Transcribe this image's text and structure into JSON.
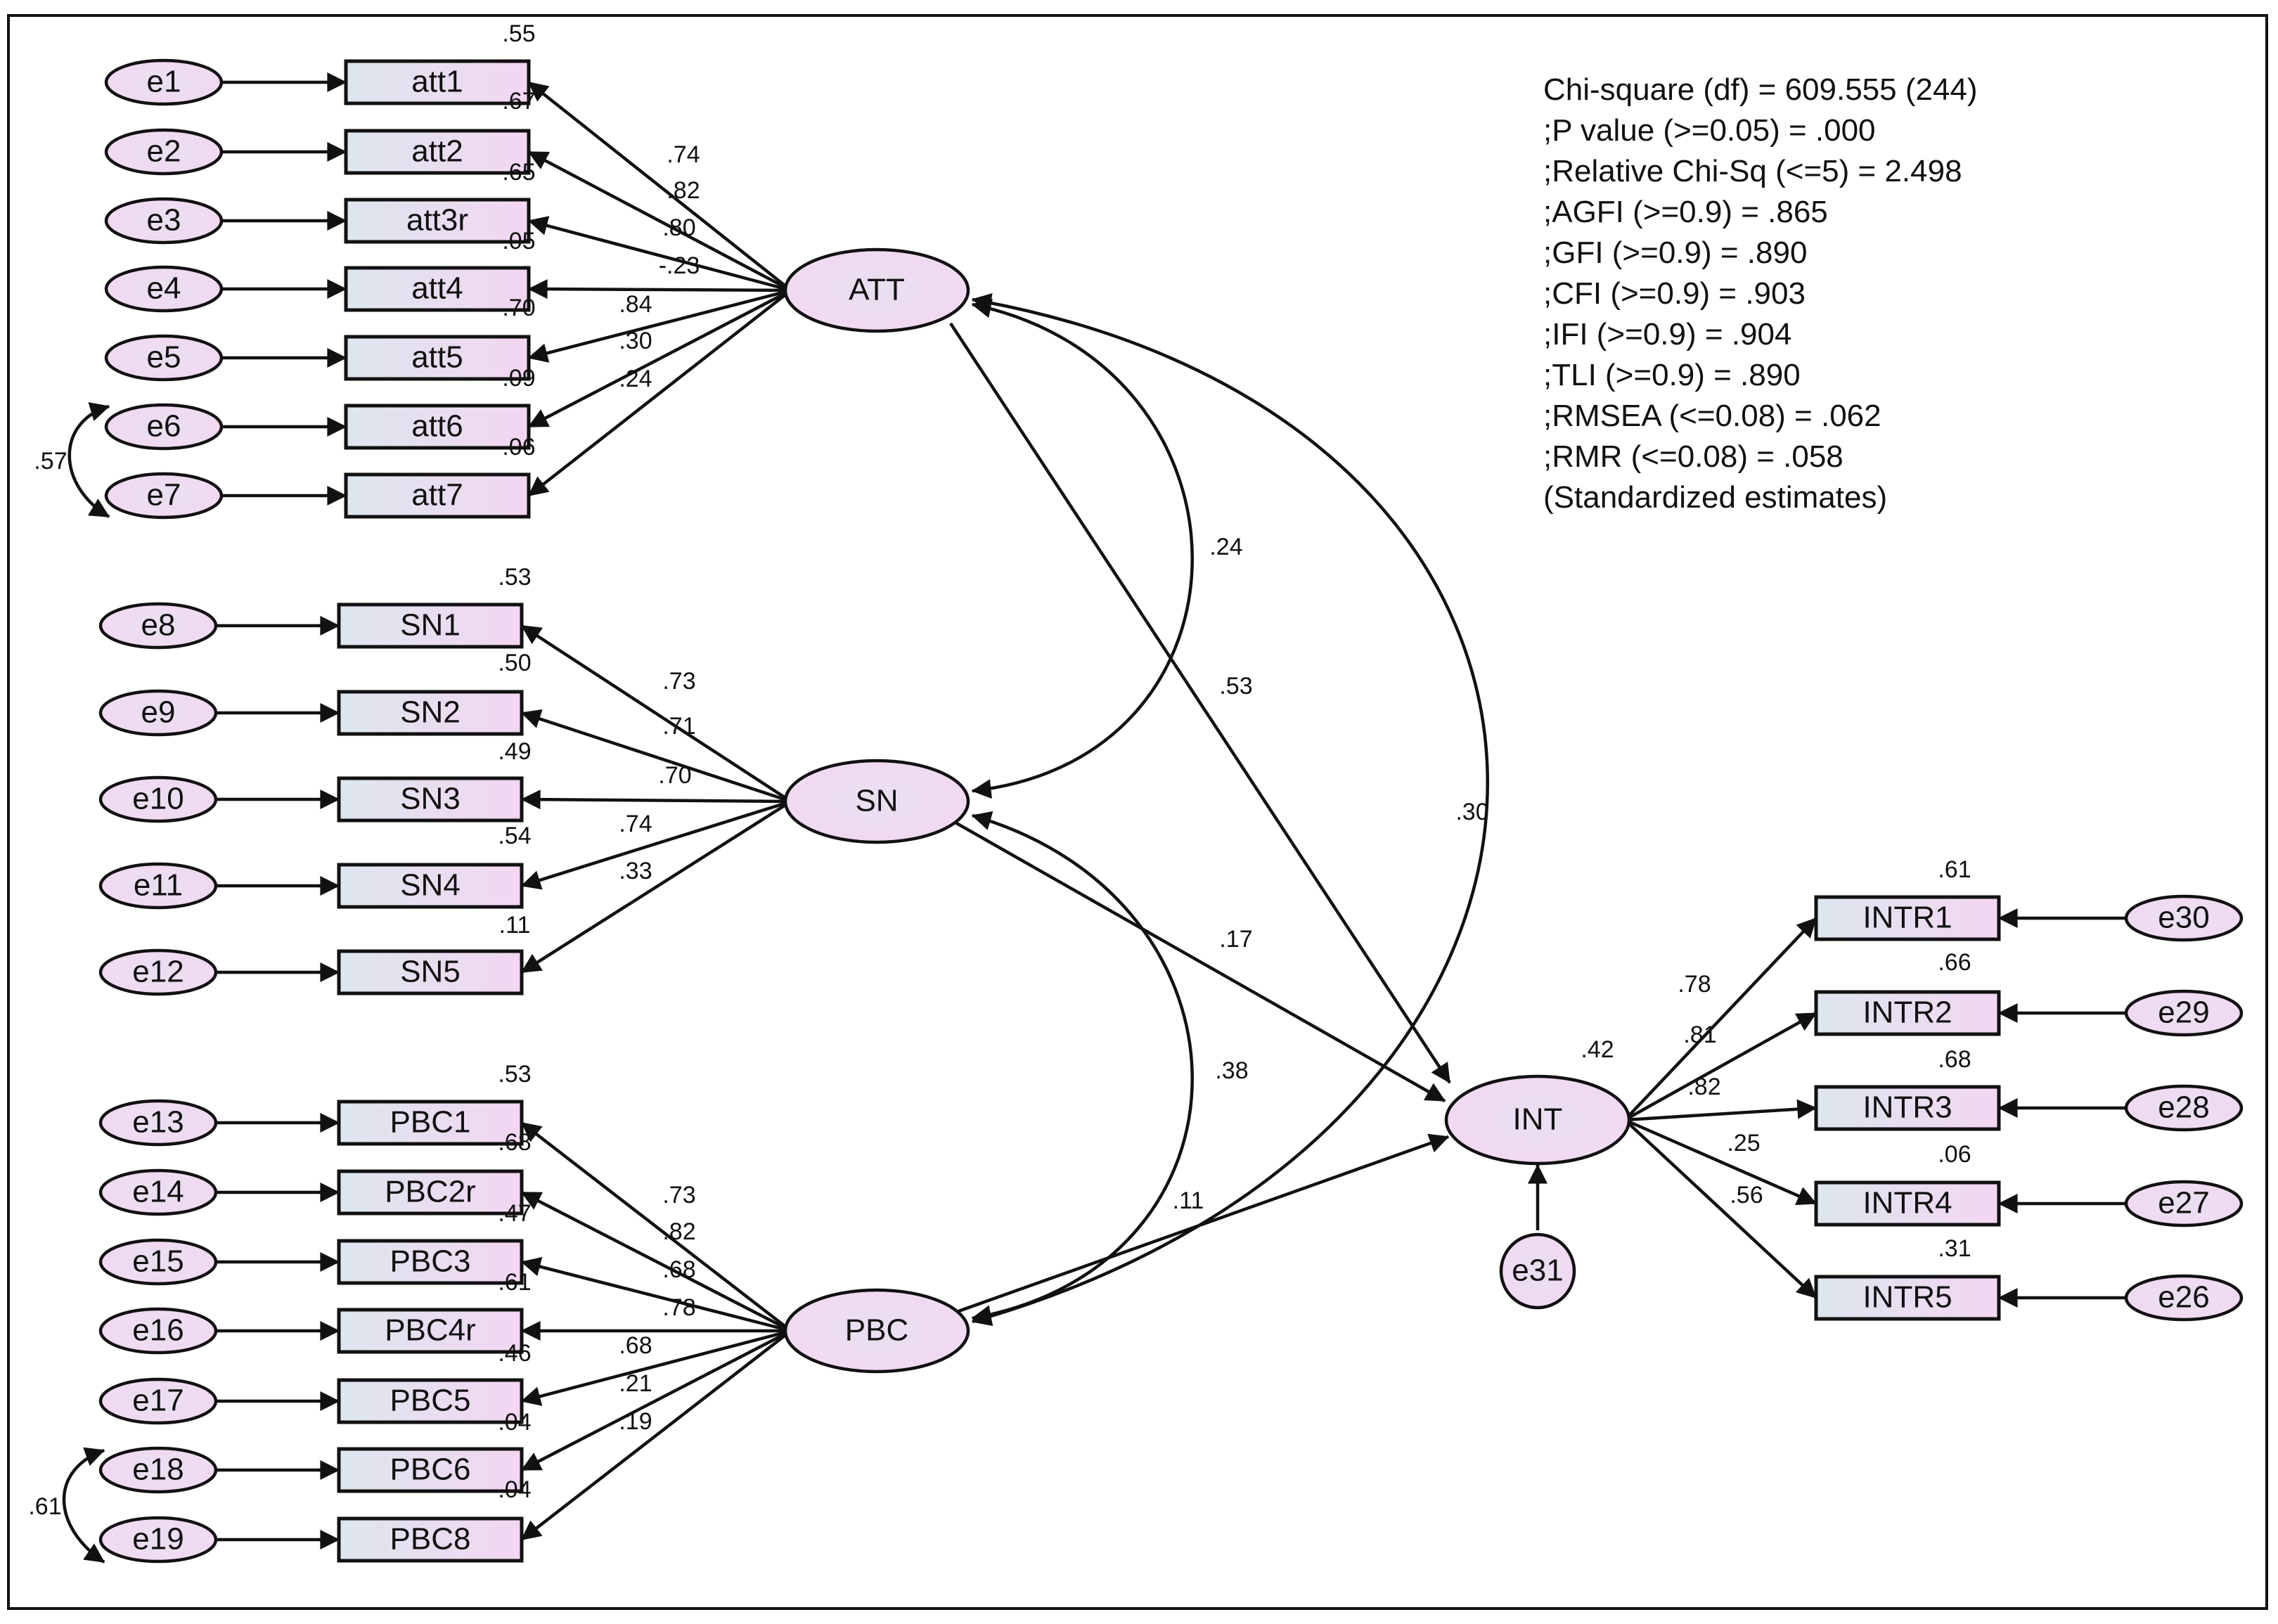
{
  "colors": {
    "accent": "#f0d8f2",
    "box_left": "#dde6ee",
    "box_right": "#f3d6f2",
    "line": "#111111"
  },
  "fit_indices": [
    "Chi-square (df) = 609.555 (244)",
    ";P value (>=0.05) = .000",
    ";Relative Chi-Sq (<=5) = 2.498",
    ";AGFI (>=0.9) = .865",
    ";GFI (>=0.9) = .890",
    ";CFI (>=0.9) = .903",
    ";IFI (>=0.9) = .904",
    ";TLI (>=0.9) = .890",
    ";RMSEA (<=0.08) = .062",
    ";RMR (<=0.08) = .058",
    "(Standardized estimates)"
  ],
  "latents": {
    "att": {
      "label": "ATT"
    },
    "sn": {
      "label": "SN"
    },
    "pbc": {
      "label": "PBC"
    },
    "int": {
      "label": "INT",
      "r2": ".42"
    }
  },
  "att_items": [
    {
      "name": "att1",
      "error": "e1",
      "loading": ".74",
      "r2": ".55"
    },
    {
      "name": "att2",
      "error": "e2",
      "loading": ".82",
      "r2": ".67"
    },
    {
      "name": "att3r",
      "error": "e3",
      "loading": ".80",
      "r2": ".65"
    },
    {
      "name": "att4",
      "error": "e4",
      "loading": "-.23",
      "r2": ".05"
    },
    {
      "name": "att5",
      "error": "e5",
      "loading": ".84",
      "r2": ".70"
    },
    {
      "name": "att6",
      "error": "e6",
      "loading": ".30",
      "r2": ".09"
    },
    {
      "name": "att7",
      "error": "e7",
      "loading": ".24",
      "r2": ".06"
    }
  ],
  "sn_items": [
    {
      "name": "SN1",
      "error": "e8",
      "loading": ".73",
      "r2": ".53"
    },
    {
      "name": "SN2",
      "error": "e9",
      "loading": ".71",
      "r2": ".50"
    },
    {
      "name": "SN3",
      "error": "e10",
      "loading": ".70",
      "r2": ".49"
    },
    {
      "name": "SN4",
      "error": "e11",
      "loading": ".74",
      "r2": ".54"
    },
    {
      "name": "SN5",
      "error": "e12",
      "loading": ".33",
      "r2": ".11"
    }
  ],
  "pbc_items": [
    {
      "name": "PBC1",
      "error": "e13",
      "loading": ".73",
      "r2": ".53"
    },
    {
      "name": "PBC2r",
      "error": "e14",
      "loading": ".82",
      "r2": ".68"
    },
    {
      "name": "PBC3",
      "error": "e15",
      "loading": ".68",
      "r2": ".47"
    },
    {
      "name": "PBC4r",
      "error": "e16",
      "loading": ".78",
      "r2": ".61"
    },
    {
      "name": "PBC5",
      "error": "e17",
      "loading": ".68",
      "r2": ".46"
    },
    {
      "name": "PBC6",
      "error": "e18",
      "loading": ".21",
      "r2": ".04"
    },
    {
      "name": "PBC8",
      "error": "e19",
      "loading": ".19",
      "r2": ".04"
    }
  ],
  "int_items": [
    {
      "name": "INTR1",
      "error": "e30",
      "loading": ".78",
      "r2": ".61"
    },
    {
      "name": "INTR2",
      "error": "e29",
      "loading": ".81",
      "r2": ".66"
    },
    {
      "name": "INTR3",
      "error": "e28",
      "loading": ".82",
      "r2": ".68"
    },
    {
      "name": "INTR4",
      "error": "e27",
      "loading": ".25",
      "r2": ".06"
    },
    {
      "name": "INTR5",
      "error": "e26",
      "loading": ".56",
      "r2": ".31"
    }
  ],
  "int_error": "e31",
  "structural_paths": {
    "att_int": ".53",
    "sn_int": ".17",
    "pbc_int": ".11"
  },
  "covariances": {
    "att_sn": ".24",
    "att_pbc": ".30",
    "sn_pbc": ".38",
    "e6_e7": ".57",
    "e18_e19": ".61"
  }
}
